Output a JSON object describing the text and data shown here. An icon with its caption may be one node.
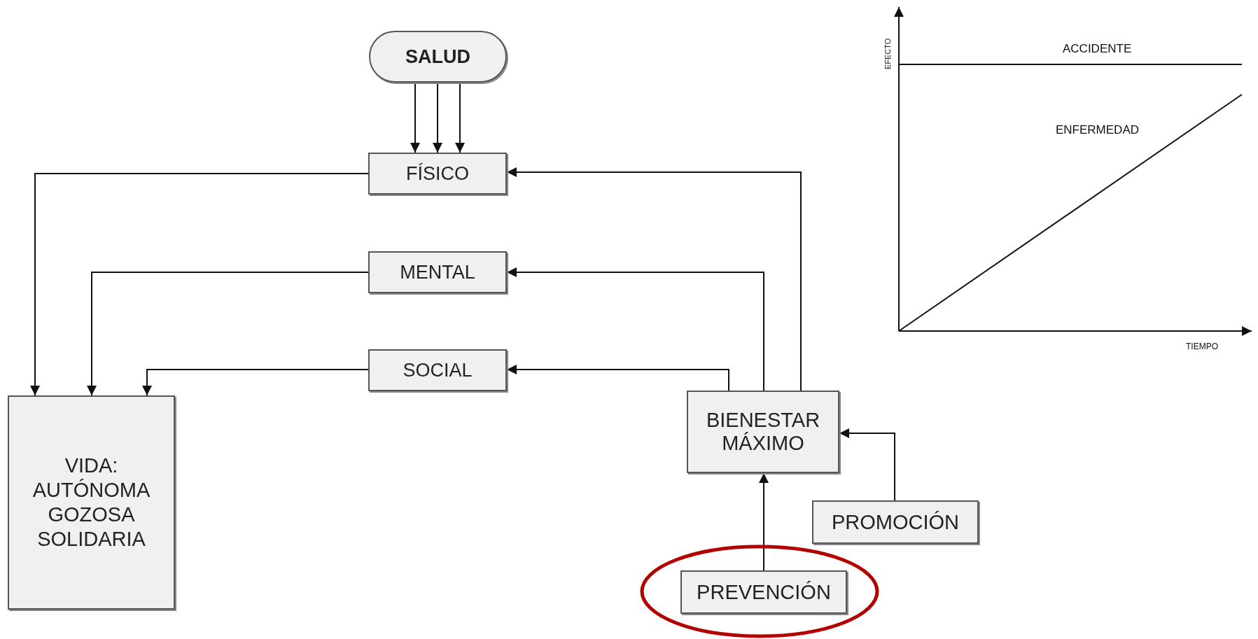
{
  "diagram": {
    "nodes": [
      {
        "text": [
          "SALUD"
        ]
      },
      {
        "text": [
          "FÍSICO"
        ]
      },
      {
        "text": [
          "MENTAL"
        ]
      },
      {
        "text": [
          "SOCIAL"
        ]
      },
      {
        "text": [
          "VIDA: AUTÓNOMA GOZOSA SOLIDARIA"
        ]
      },
      {
        "text": [
          "BIENESTAR MÁXIMO"
        ]
      },
      {
        "text": [
          "PROMOCIÓN"
        ]
      },
      {
        "text": [
          "PREVENCIÓN"
        ]
      }
    ],
    "edges": [
      {
        "from": 0,
        "to": 1,
        "arrow": "to"
      },
      {
        "from": 0,
        "to": 1,
        "arrow": "to"
      },
      {
        "from": 0,
        "to": 1,
        "arrow": "to"
      },
      {
        "from": 1,
        "to": 4,
        "arrow": "to"
      },
      {
        "from": 2,
        "to": 4,
        "arrow": "to"
      },
      {
        "from": 3,
        "to": 4,
        "arrow": "to"
      },
      {
        "from": 5,
        "to": 1,
        "arrow": "to"
      },
      {
        "from": 5,
        "to": 2,
        "arrow": "to"
      },
      {
        "from": 5,
        "to": 3,
        "arrow": "to"
      },
      {
        "from": 6,
        "to": 5,
        "arrow": "to"
      },
      {
        "from": 7,
        "to": 5,
        "arrow": "to"
      }
    ],
    "labels": [
      "EFECTO",
      "ACCIDENTE",
      "ENFERMEDAD",
      "TIEMPO"
    ]
  }
}
